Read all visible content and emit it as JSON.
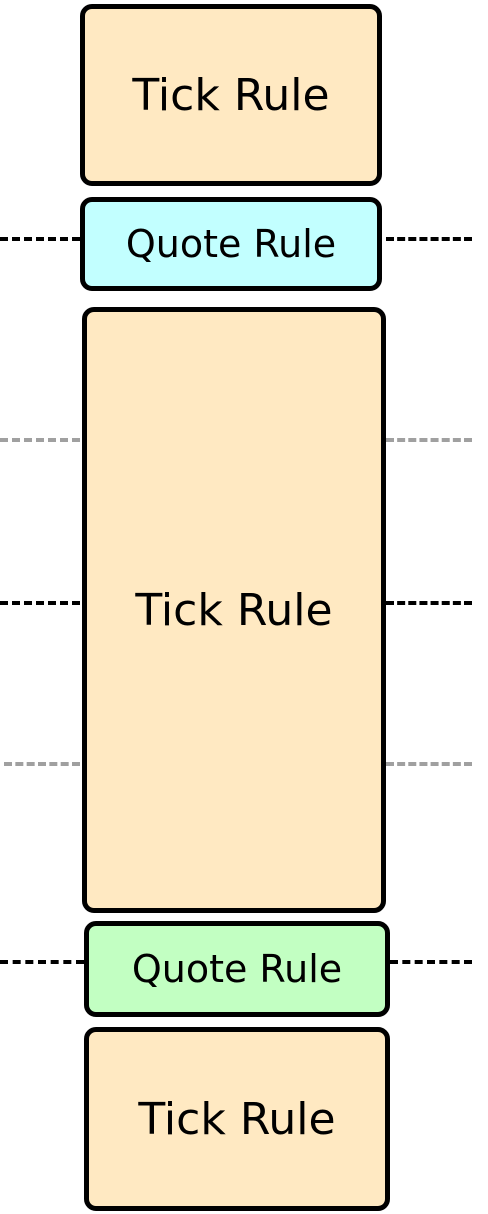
{
  "colors": {
    "tick_fill": "#ffe9c2",
    "quote_cyan_fill": "#c2ffff",
    "quote_green_fill": "#c2ffc2",
    "dash_dark": "#000000",
    "dash_light": "#a0a0a0"
  },
  "blocks": [
    {
      "label": "Tick Rule",
      "kind": "tick",
      "fill": "tick_fill"
    },
    {
      "label": "Quote Rule",
      "kind": "quote",
      "fill": "quote_cyan_fill"
    },
    {
      "label": "Tick Rule",
      "kind": "tick",
      "fill": "tick_fill"
    },
    {
      "label": "Quote Rule",
      "kind": "quote",
      "fill": "quote_green_fill"
    },
    {
      "label": "Tick Rule",
      "kind": "tick",
      "fill": "tick_fill"
    }
  ]
}
